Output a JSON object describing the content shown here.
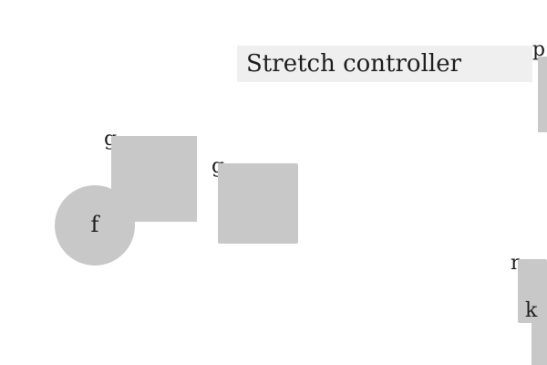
{
  "title": "Stretch controller",
  "labels": {
    "g_left": "g",
    "g_right": "g",
    "f": "f",
    "p": "p",
    "n": "n",
    "k": "k"
  },
  "colors": {
    "shape_fill": "#c8c8c8",
    "title_background": "#efefef",
    "text": "#1e1e1e",
    "background": "#ffffff"
  }
}
